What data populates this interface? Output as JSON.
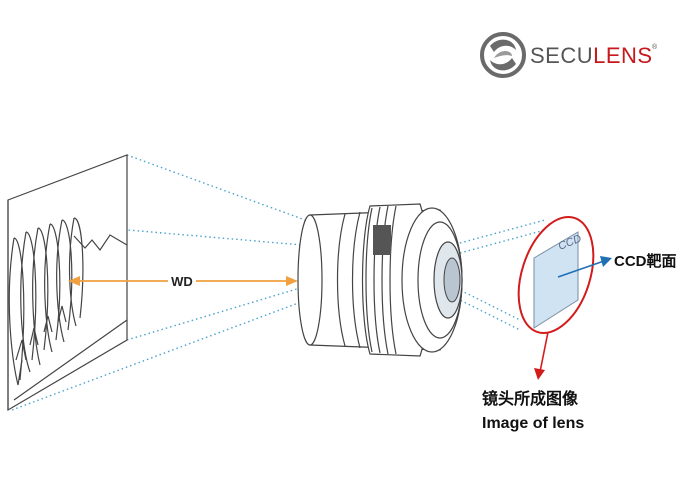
{
  "logo": {
    "prefix": "SECU",
    "suffix": "LENS",
    "registered": "®"
  },
  "labels": {
    "working_distance": "WD",
    "sensor_small": "CCD",
    "sensor_target": "CCD靶面",
    "image_cn": "镜头所成图像",
    "image_en": "Image of lens"
  },
  "colors": {
    "brand_red": "#c8181e",
    "ray_blue": "#4aa3cf",
    "wd_orange": "#f0a040",
    "sensor_fill": "#cfe3f3",
    "arrow_blue": "#1f6fb5"
  }
}
